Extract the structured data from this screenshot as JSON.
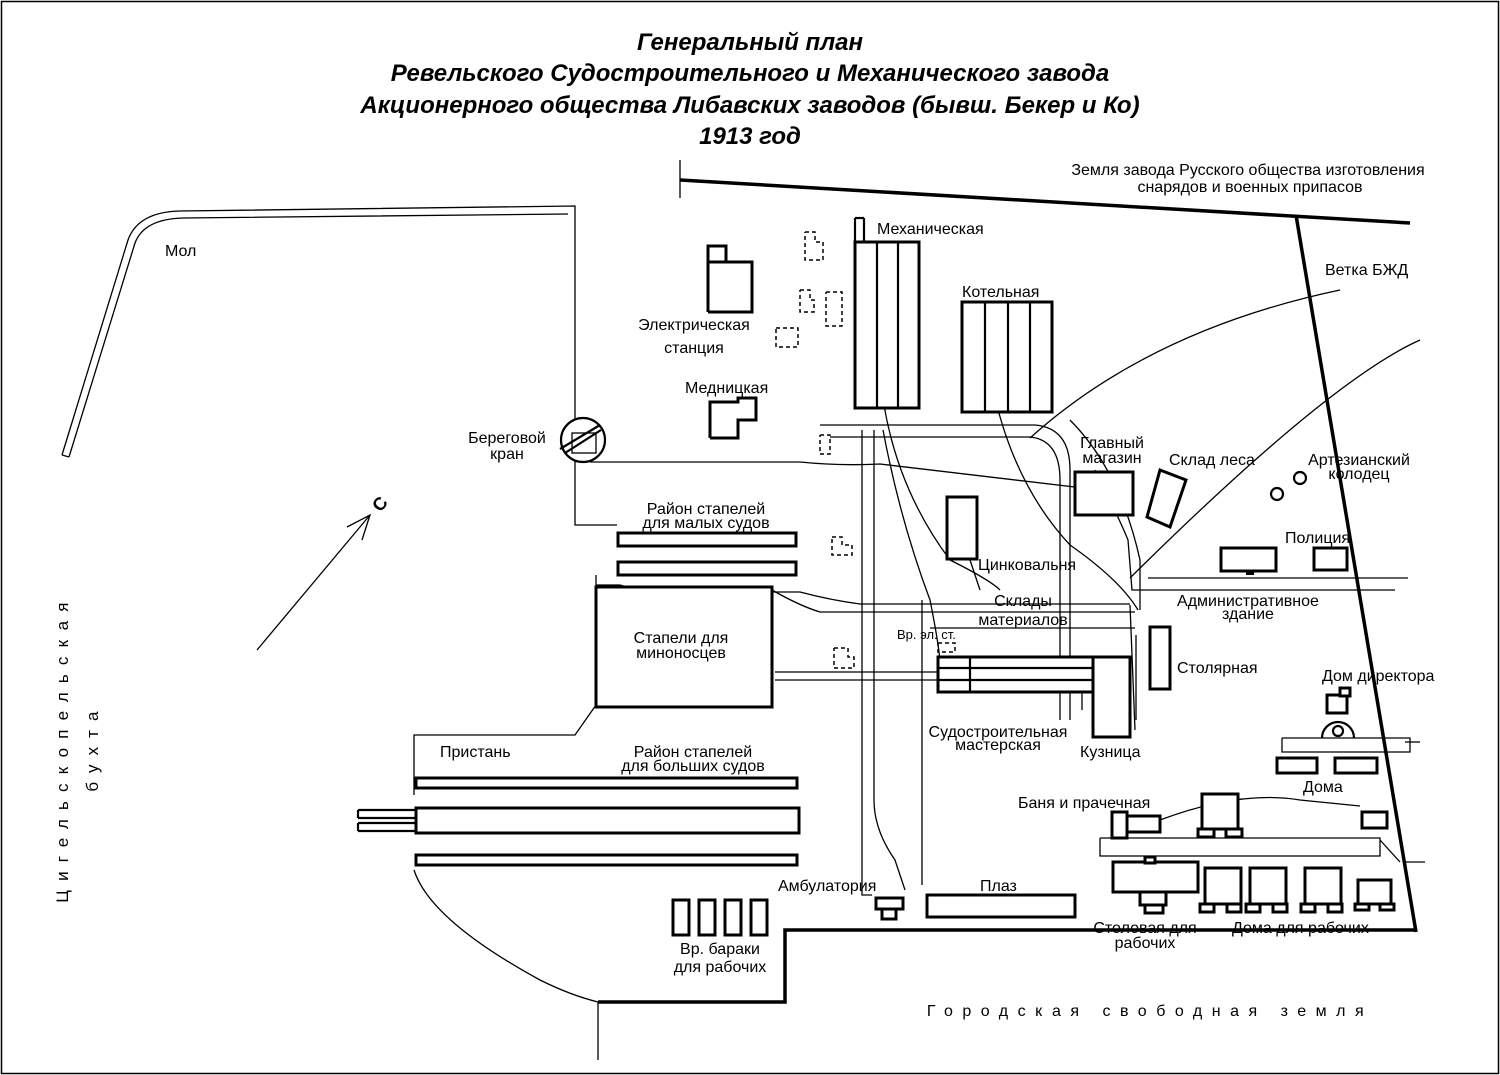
{
  "title": {
    "line1": "Генеральный план",
    "line2": "Ревельского Судостроительного и Механического завода",
    "line3": "Акционерного общества Либавских заводов (бывш. Бекер и Ко)",
    "line4": "1913 год"
  },
  "labels": {
    "neighbor_land_1": "Земля завода Русского общества изготовления",
    "neighbor_land_2": "снарядов и военных припасов",
    "mol": "Мол",
    "mechanical": "Механическая",
    "railway_branch": "Ветка БЖД",
    "boiler": "Котельная",
    "electric_1": "Электрическая",
    "electric_2": "станция",
    "copper": "Медницкая",
    "crane_1": "Береговой",
    "crane_2": "кран",
    "main_store_1": "Главный",
    "main_store_2": "магазин",
    "timber": "Склад леса",
    "well_1": "Артезианский",
    "well_2": "колодец",
    "small_slips_1": "Район стапелей",
    "small_slips_2": "для малых судов",
    "police": "Полиция",
    "zinc": "Цинковальня",
    "stores_1": "Склады",
    "stores_2": "материалов",
    "admin_1": "Административное",
    "admin_2": "здание",
    "torpedo_slips_1": "Стапели для",
    "torpedo_slips_2": "миноносцев",
    "temp_power": "Вр. эл. ст.",
    "joinery": "Столярная",
    "director": "Дом директора",
    "shipbuilding_1": "Судостроительная",
    "shipbuilding_2": "мастерская",
    "forge": "Кузница",
    "pier": "Пристань",
    "big_slips_1": "Район стапелей",
    "big_slips_2": "для больших судов",
    "houses": "Дома",
    "bath": "Баня и прачечная",
    "clinic": "Амбулатория",
    "plaz": "Плаз",
    "canteen_1": "Столовая для",
    "canteen_2": "рабочих",
    "worker_houses": "Дома для рабочих",
    "barracks_1": "Вр. бараки",
    "barracks_2": "для рабочих",
    "north": "С",
    "bay_1": "Цигельскопельская",
    "bay_2": "бухта",
    "city_land": "Городская свободная земля"
  }
}
